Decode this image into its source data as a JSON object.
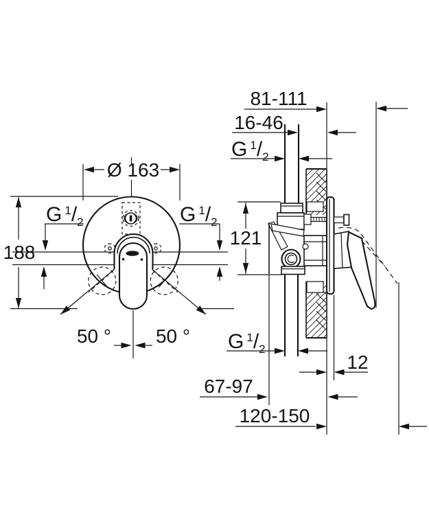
{
  "drawing": {
    "front_view": {
      "plate_diameter": "Ø 163",
      "overall_height": "188",
      "swing_angle_left": "50 °",
      "swing_angle_right": "50 °"
    },
    "side_view": {
      "wall_to_handle": "81-111",
      "installation_depth": "16-46",
      "connection_spacing": "121",
      "plate_thickness": "12",
      "body_depth": "67-97",
      "handle_projection": "120-150"
    },
    "thread": {
      "base": "G",
      "numerator": "1",
      "slash": "/",
      "denominator": "2"
    },
    "colors": {
      "ink": "#141414",
      "paper": "#ffffff"
    }
  }
}
